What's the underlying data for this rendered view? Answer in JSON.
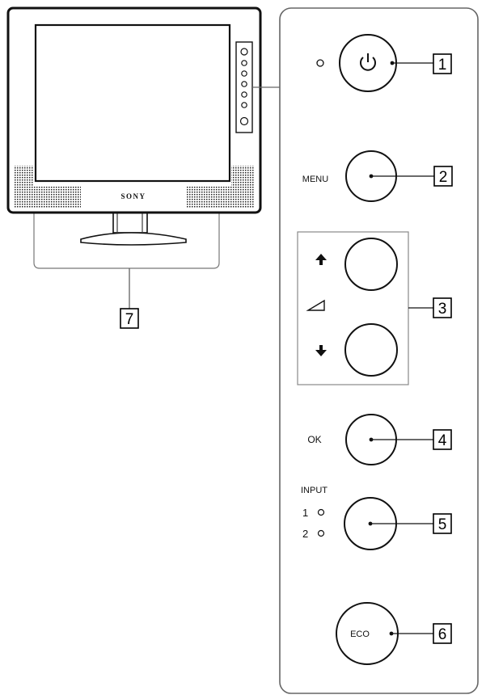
{
  "monitor": {
    "brand": "SONY"
  },
  "panel": {
    "power_icon": "power-icon",
    "menu_label": "MENU",
    "brightness_icon": "volume-wedge-icon",
    "up_icon": "up-arrow-icon",
    "down_icon": "down-arrow-icon",
    "ok_label": "OK",
    "input_label": "INPUT",
    "input1_label": "1",
    "input2_label": "2",
    "eco_label": "ECO"
  },
  "callouts": {
    "c1": "1",
    "c2": "2",
    "c3": "3",
    "c4": "4",
    "c5": "5",
    "c6": "6",
    "c7": "7"
  }
}
